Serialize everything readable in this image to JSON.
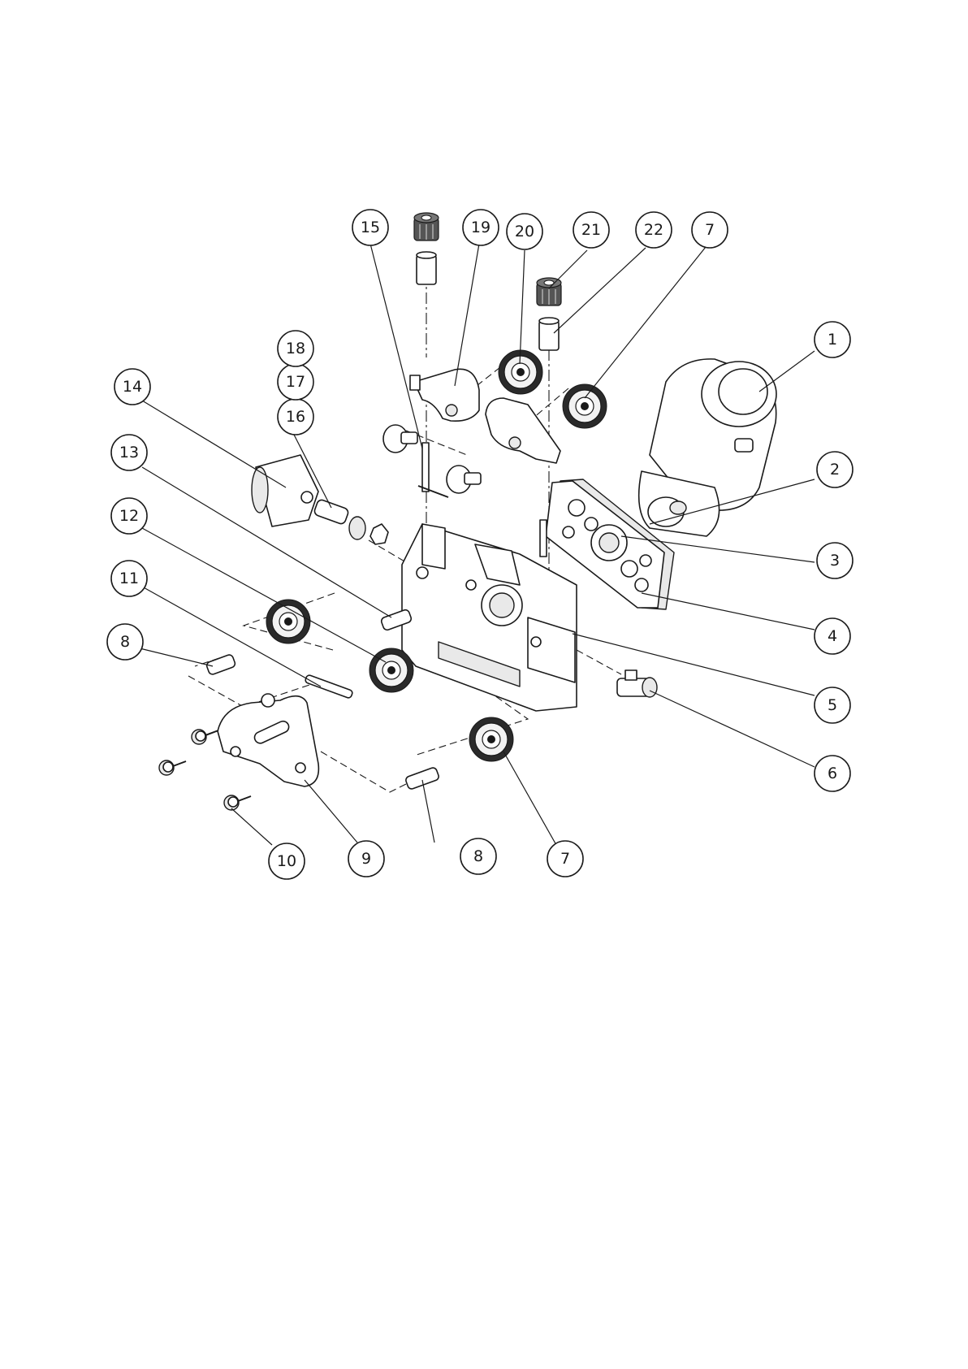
{
  "balloons": [
    {
      "id": "b1",
      "label": "1"
    },
    {
      "id": "b2",
      "label": "2"
    },
    {
      "id": "b3",
      "label": "3"
    },
    {
      "id": "b4",
      "label": "4"
    },
    {
      "id": "b5",
      "label": "5"
    },
    {
      "id": "b6",
      "label": "6"
    },
    {
      "id": "b7a",
      "label": "7"
    },
    {
      "id": "b7b",
      "label": "7"
    },
    {
      "id": "b8a",
      "label": "8"
    },
    {
      "id": "b8b",
      "label": "8"
    },
    {
      "id": "b9",
      "label": "9"
    },
    {
      "id": "b10",
      "label": "10"
    },
    {
      "id": "b11",
      "label": "11"
    },
    {
      "id": "b12",
      "label": "12"
    },
    {
      "id": "b13",
      "label": "13"
    },
    {
      "id": "b14",
      "label": "14"
    },
    {
      "id": "b15",
      "label": "15"
    },
    {
      "id": "b16",
      "label": "16"
    },
    {
      "id": "b17",
      "label": "17"
    },
    {
      "id": "b18",
      "label": "18"
    },
    {
      "id": "b19",
      "label": "19"
    },
    {
      "id": "b20",
      "label": "20"
    },
    {
      "id": "b21",
      "label": "21"
    },
    {
      "id": "b22",
      "label": "22"
    }
  ]
}
